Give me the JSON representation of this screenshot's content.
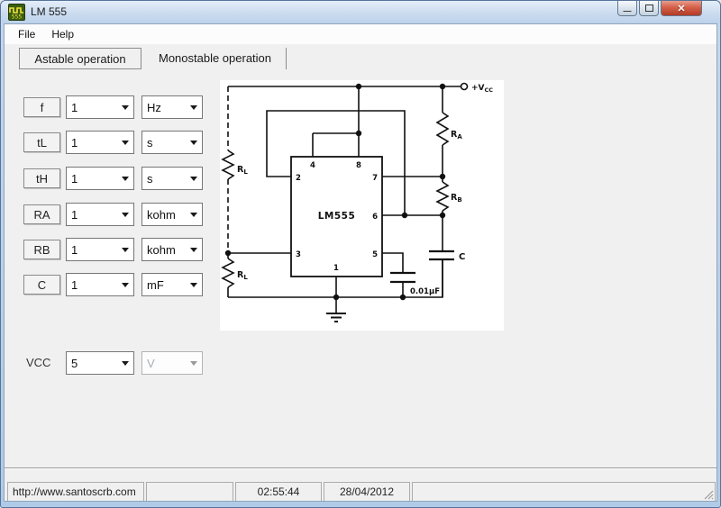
{
  "window": {
    "title": "LM 555",
    "icon_text": "555",
    "minimize_glyph": "—",
    "close_glyph": "✕"
  },
  "menubar": {
    "file": "File",
    "help": "Help"
  },
  "tabs": {
    "astable": "Astable operation",
    "monostable": "Monostable operation"
  },
  "form": {
    "rows": [
      {
        "label": "f",
        "value": "1",
        "unit": "Hz"
      },
      {
        "label": "tL",
        "value": "1",
        "unit": "s"
      },
      {
        "label": "tH",
        "value": "1",
        "unit": "s"
      },
      {
        "label": "RA",
        "value": "1",
        "unit": "kohm"
      },
      {
        "label": "RB",
        "value": "1",
        "unit": "kohm"
      },
      {
        "label": "C",
        "value": "1",
        "unit": "mF"
      }
    ],
    "vcc_label": "VCC",
    "vcc_value": "5",
    "vcc_unit": "V"
  },
  "circuit": {
    "ic_label": "LM555",
    "pin_top_left": "4",
    "pin_top_right": "8",
    "pin_left_top": "2",
    "pin_left_bottom": "3",
    "pin_right_top": "7",
    "pin_right_mid": "6",
    "pin_right_bottom": "5",
    "pin_bottom": "1",
    "res_main": "R",
    "ra_sub": "A",
    "rb_sub": "B",
    "rl_sub": "L",
    "cap_label": "C",
    "bypass_label": "0.01μF",
    "vcc_main": "+V",
    "vcc_sub": "CC"
  },
  "statusbar": {
    "url": "http://www.santoscrb.com",
    "time": "02:55:44",
    "date": "28/04/2012"
  },
  "colors": {
    "titlebar_top": "#e4eefa",
    "titlebar_bottom": "#bcd2ea",
    "close_button_red": "#c44a33",
    "content_bg": "#f0f0f0",
    "frame_blue": "#b0cbe7",
    "icon_green": "#3c5e10",
    "icon_yellow": "#f2e23c"
  }
}
